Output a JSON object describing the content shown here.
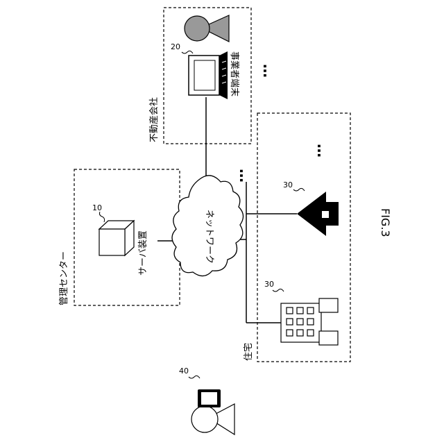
{
  "management_center": {
    "label": "管理センター"
  },
  "server": {
    "label": "サーバ装置",
    "ref": "10"
  },
  "network": {
    "label": "ネットワーク"
  },
  "real_estate_company": {
    "label": "不動産会社"
  },
  "business_terminal": {
    "label": "事業者端末",
    "ref": "20"
  },
  "residences": {
    "label": "住宅",
    "house_ref": "30",
    "apartment_ref": "30"
  },
  "mobile_terminal": {
    "ref": "40"
  },
  "ellipsis": "…",
  "figure_label": "FIG.3"
}
